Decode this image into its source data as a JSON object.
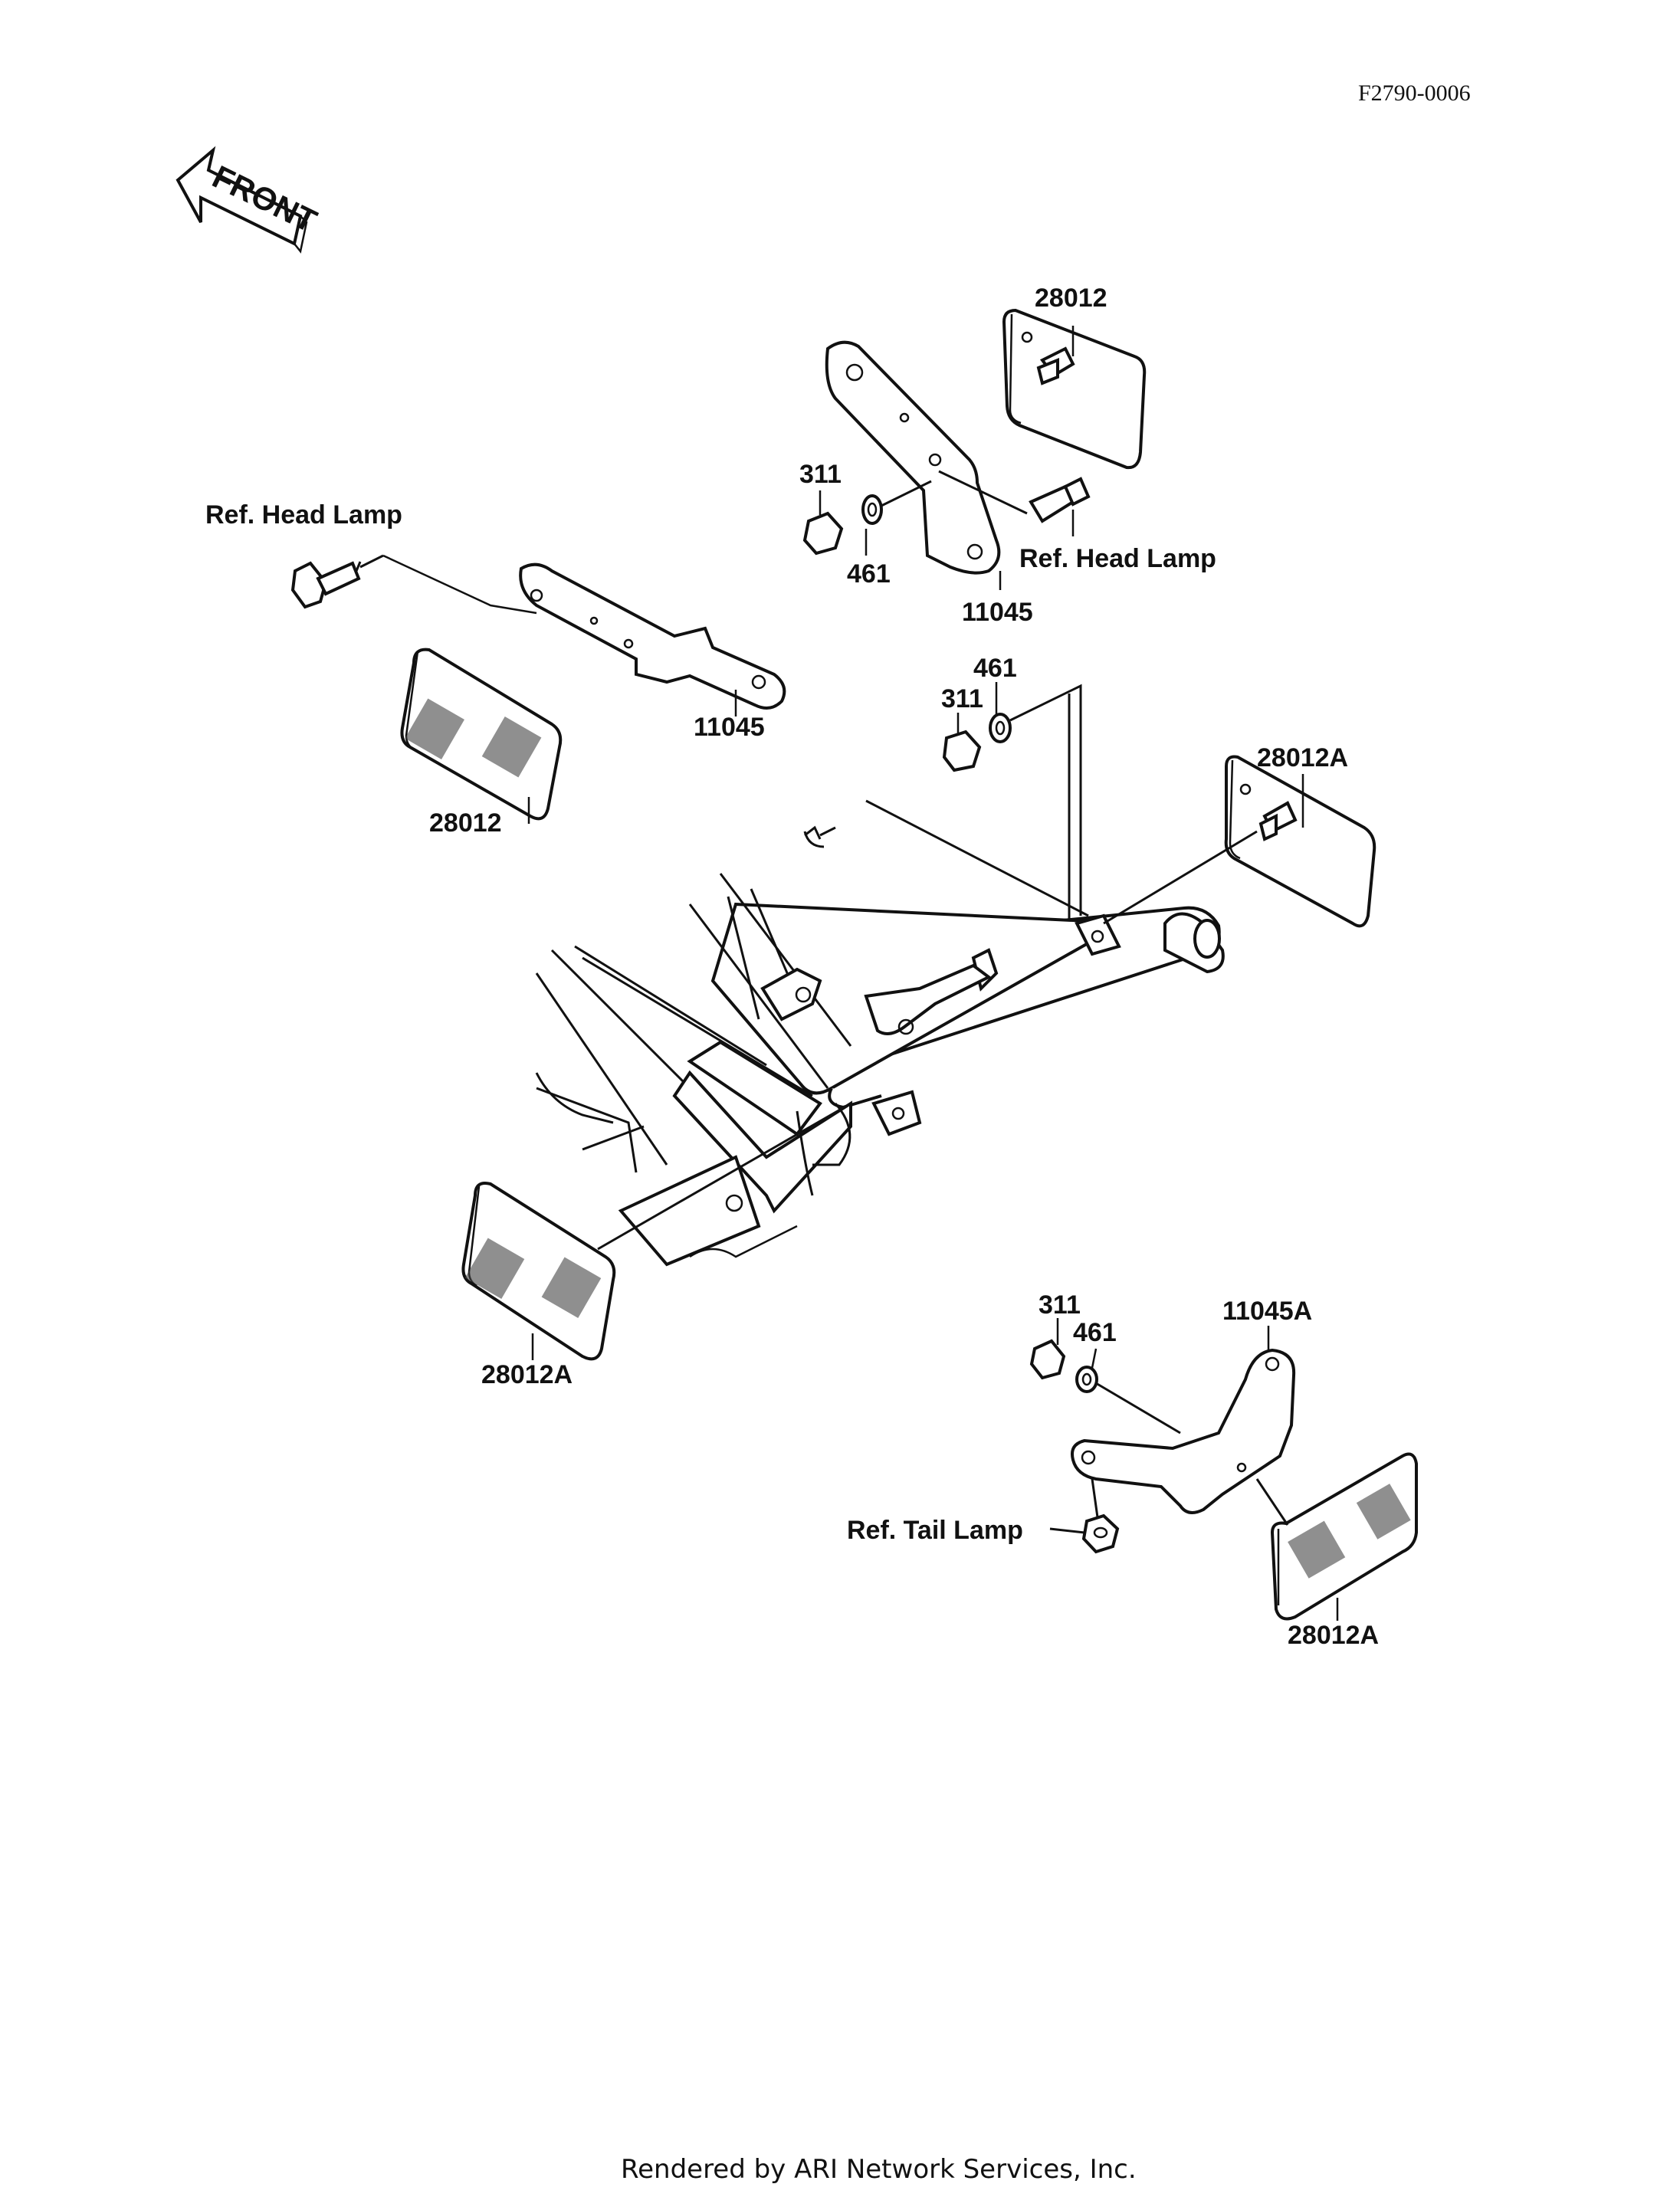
{
  "diagram_code": "F2790-0006",
  "front_arrow_text": "FRONT",
  "footer": "Rendered by ARI Network Services, Inc.",
  "labels": {
    "p28012_top": "28012",
    "p311_top": "311",
    "p461_top": "461",
    "p11045_top": "11045",
    "ref_head_lamp_right": "Ref. Head Lamp",
    "ref_head_lamp_left": "Ref. Head Lamp",
    "p11045_left": "11045",
    "p28012_left": "28012",
    "p461_mid": "461",
    "p311_mid": "311",
    "p28012A_right": "28012A",
    "p28012A_left": "28012A",
    "p311_low": "311",
    "p461_low": "461",
    "p11045A": "11045A",
    "ref_tail_lamp": "Ref. Tail Lamp",
    "p28012A_bottom": "28012A"
  }
}
